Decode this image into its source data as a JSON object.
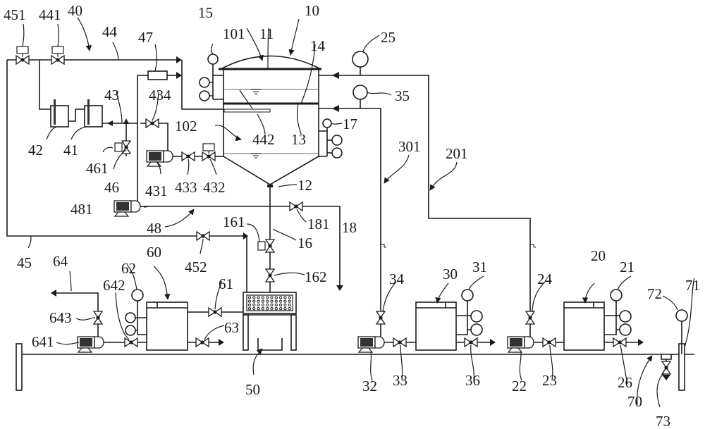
{
  "figure": {
    "type": "process-flow-schematic",
    "reference_numerals": {
      "tank_main": "10",
      "tank_top_cover": "11",
      "tank_bottom_outlet": "12",
      "tank_inner_plate": "13",
      "tank_inner_plate_edge": "14",
      "tank_gauge_top": "15",
      "tank_drain_line": "16",
      "drain_valve_actuated": "161",
      "drain_valve_manual": "162",
      "tank_gauge_mid": "17",
      "overflow_line": "18",
      "overflow_valve": "181",
      "upper_chamber": "101",
      "lower_chamber": "102",
      "unit_20": "20",
      "unit_20_gauge": "21",
      "unit_20_pump": "22",
      "unit_20_inlet_valve": "23",
      "unit_20_feed_valve": "24",
      "line_25_gauge": "25",
      "unit_20_outlet_valve": "26",
      "line_201": "201",
      "unit_30": "30",
      "unit_30_gauge": "31",
      "unit_30_pump": "32",
      "unit_30_inlet_valve": "33",
      "unit_30_feed_valve": "34",
      "line_35_gauge": "35",
      "unit_30_outlet_valve": "36",
      "line_301": "301",
      "system_40": "40",
      "vessel_41": "41",
      "vessel_42": "42",
      "line_43": "43",
      "pump_431": "431",
      "valve_432": "432",
      "valve_433": "433",
      "valve_434": "434",
      "line_44": "44",
      "valve_441": "441",
      "pipe_442": "442",
      "line_45": "45",
      "valve_451": "451",
      "valve_452": "452",
      "line_46": "46",
      "valve_461": "461",
      "component_47": "47",
      "line_48": "48",
      "pump_481": "481",
      "collector_50": "50",
      "unit_60": "60",
      "valve_61": "61",
      "gauge_62": "62",
      "valve_63": "63",
      "line_64": "64",
      "pump_641": "641",
      "valve_642": "642",
      "valve_643": "643",
      "base_70": "70",
      "base_post_71": "71",
      "gauge_72": "72",
      "drain_valve_73": "73"
    }
  }
}
